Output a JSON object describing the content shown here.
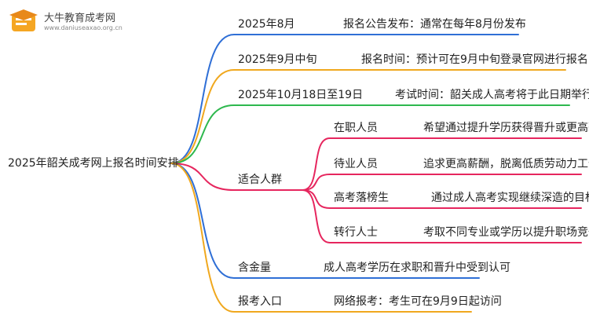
{
  "logo": {
    "title": "大牛教育成考网",
    "url": "www.daniuseaxao.org.cn",
    "icon": "graduation-cap-icon"
  },
  "root": "2025年韶关成考网上报名时间安排",
  "branches": [
    {
      "label": "2025年8月",
      "detail": "报名公告发布：通常在每年8月份发布",
      "color": "#2f6fd6"
    },
    {
      "label": "2025年9月中旬",
      "detail": "报名时间：预计可在9月中旬登录官网进行报名",
      "color": "#f0a81e"
    },
    {
      "label": "2025年10月18日至19日",
      "detail": "考试时间：韶关成人高考将于此日期举行",
      "color": "#2eb84e"
    },
    {
      "label": "适合人群",
      "color": "#e6265e",
      "children": [
        {
          "label": "在职人员",
          "detail": "希望通过提升学历获得晋升或更高薪酬"
        },
        {
          "label": "待业人员",
          "detail": "追求更高薪酬，脱离低质劳动力工作"
        },
        {
          "label": "高考落榜生",
          "detail": "通过成人高考实现继续深造的目标"
        },
        {
          "label": "转行人士",
          "detail": "考取不同专业或学历以提升职场竞争力"
        }
      ]
    },
    {
      "label": "含金量",
      "detail": "成人高考学历在求职和晋升中受到认可",
      "color": "#2f6fd6"
    },
    {
      "label": "报考入口",
      "detail": "网络报考：考生可在9月9日起访问",
      "color": "#f0a81e"
    }
  ]
}
